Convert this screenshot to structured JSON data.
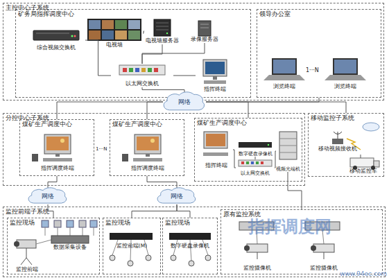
{
  "diagram": {
    "nodes": [
      {
        "text": [
          "主控中心子系统"
        ]
      },
      {
        "text": [
          "矿务局指挥调度中心"
        ],
        "in": 0
      },
      {
        "text": [
          "综合视频交换机"
        ],
        "in": 1
      },
      {
        "text": [
          "电视墙"
        ],
        "in": 1
      },
      {
        "text": [
          "电视墙服务器"
        ],
        "in": 1
      },
      {
        "text": [
          "录像服务器"
        ],
        "in": 1
      },
      {
        "text": [
          "以太网交换机"
        ],
        "in": 1
      },
      {
        "text": [
          "指挥终端"
        ],
        "in": 1
      },
      {
        "text": [
          "领导办公室"
        ],
        "in": 0
      },
      {
        "text": [
          "浏览终端"
        ],
        "in": 8
      },
      {
        "text": [
          "浏览终端"
        ],
        "in": 8
      },
      {
        "text": [
          "网络"
        ]
      },
      {
        "text": [
          "分控中心子系统"
        ]
      },
      {
        "text": [
          "煤矿生产调度中心"
        ],
        "in": 12
      },
      {
        "text": [
          "指挥调度终端"
        ],
        "in": 13
      },
      {
        "text": [
          "煤矿生产调度中心"
        ],
        "in": 12
      },
      {
        "text": [
          "指挥调度终端"
        ],
        "in": 15
      },
      {
        "text": [
          "煤矿生产调度中心"
        ],
        "in": 12
      },
      {
        "text": [
          "指挥终端"
        ],
        "in": 17
      },
      {
        "text": [
          "数字硬盘录像机"
        ],
        "in": 17
      },
      {
        "text": [
          "以太网交换机"
        ],
        "in": 17
      },
      {
        "text": [
          "视频光端机"
        ],
        "in": 17
      },
      {
        "text": [
          "移动监控子系统"
        ]
      },
      {
        "text": [
          "移动视频接收机"
        ],
        "in": 22
      },
      {
        "text": [
          "移动监控车"
        ],
        "in": 22
      },
      {
        "text": [
          "网络"
        ]
      },
      {
        "text": [
          "网络"
        ]
      },
      {
        "text": [
          "监控前端子系统"
        ]
      },
      {
        "text": [
          "监控现场"
        ],
        "in": 27
      },
      {
        "text": [
          "监控前端"
        ],
        "in": 28
      },
      {
        "text": [
          "数据采集设备"
        ],
        "in": 28
      },
      {
        "text": [
          "监控现场"
        ],
        "in": 27
      },
      {
        "text": [
          "监控前端(M)"
        ],
        "in": 31
      },
      {
        "text": [
          "监控现场"
        ],
        "in": 27
      },
      {
        "text": [
          "数字硬盘录像机"
        ],
        "in": 33
      },
      {
        "text": [
          "原有监控系统"
        ],
        "in": 27
      },
      {
        "text": [
          "监控摄像机"
        ],
        "in": 35
      },
      {
        "text": [
          "监控摄像机"
        ],
        "in": 35
      }
    ],
    "edges": [
      {
        "from": 2,
        "to": 6,
        "arrow": "none"
      },
      {
        "from": 4,
        "to": 6,
        "arrow": "none"
      },
      {
        "from": 5,
        "to": 6,
        "arrow": "none"
      },
      {
        "from": 7,
        "to": 6,
        "arrow": "none"
      },
      {
        "from": 3,
        "to": 4,
        "arrow": "none"
      },
      {
        "from": 6,
        "to": 11,
        "arrow": "none"
      },
      {
        "from": 8,
        "to": 11,
        "arrow": "none"
      },
      {
        "from": 11,
        "to": 13,
        "arrow": "none"
      },
      {
        "from": 11,
        "to": 15,
        "arrow": "none"
      },
      {
        "from": 11,
        "to": 17,
        "arrow": "none"
      },
      {
        "from": 11,
        "to": 22,
        "arrow": "none"
      },
      {
        "from": 13,
        "to": 25,
        "arrow": "none"
      },
      {
        "from": 25,
        "to": 28,
        "arrow": "none"
      },
      {
        "from": 15,
        "to": 26,
        "arrow": "none"
      },
      {
        "from": 26,
        "to": 31,
        "arrow": "none"
      },
      {
        "from": 26,
        "to": 33,
        "arrow": "none"
      },
      {
        "from": 18,
        "to": 20,
        "arrow": "none"
      },
      {
        "from": 19,
        "to": 20,
        "arrow": "none"
      },
      {
        "from": 20,
        "to": 21,
        "arrow": "none"
      },
      {
        "from": 21,
        "to": 35,
        "arrow": "none"
      }
    ],
    "labels": [
      "1···N",
      "1···N",
      "指挥调度网",
      "www.94ec.com"
    ]
  }
}
